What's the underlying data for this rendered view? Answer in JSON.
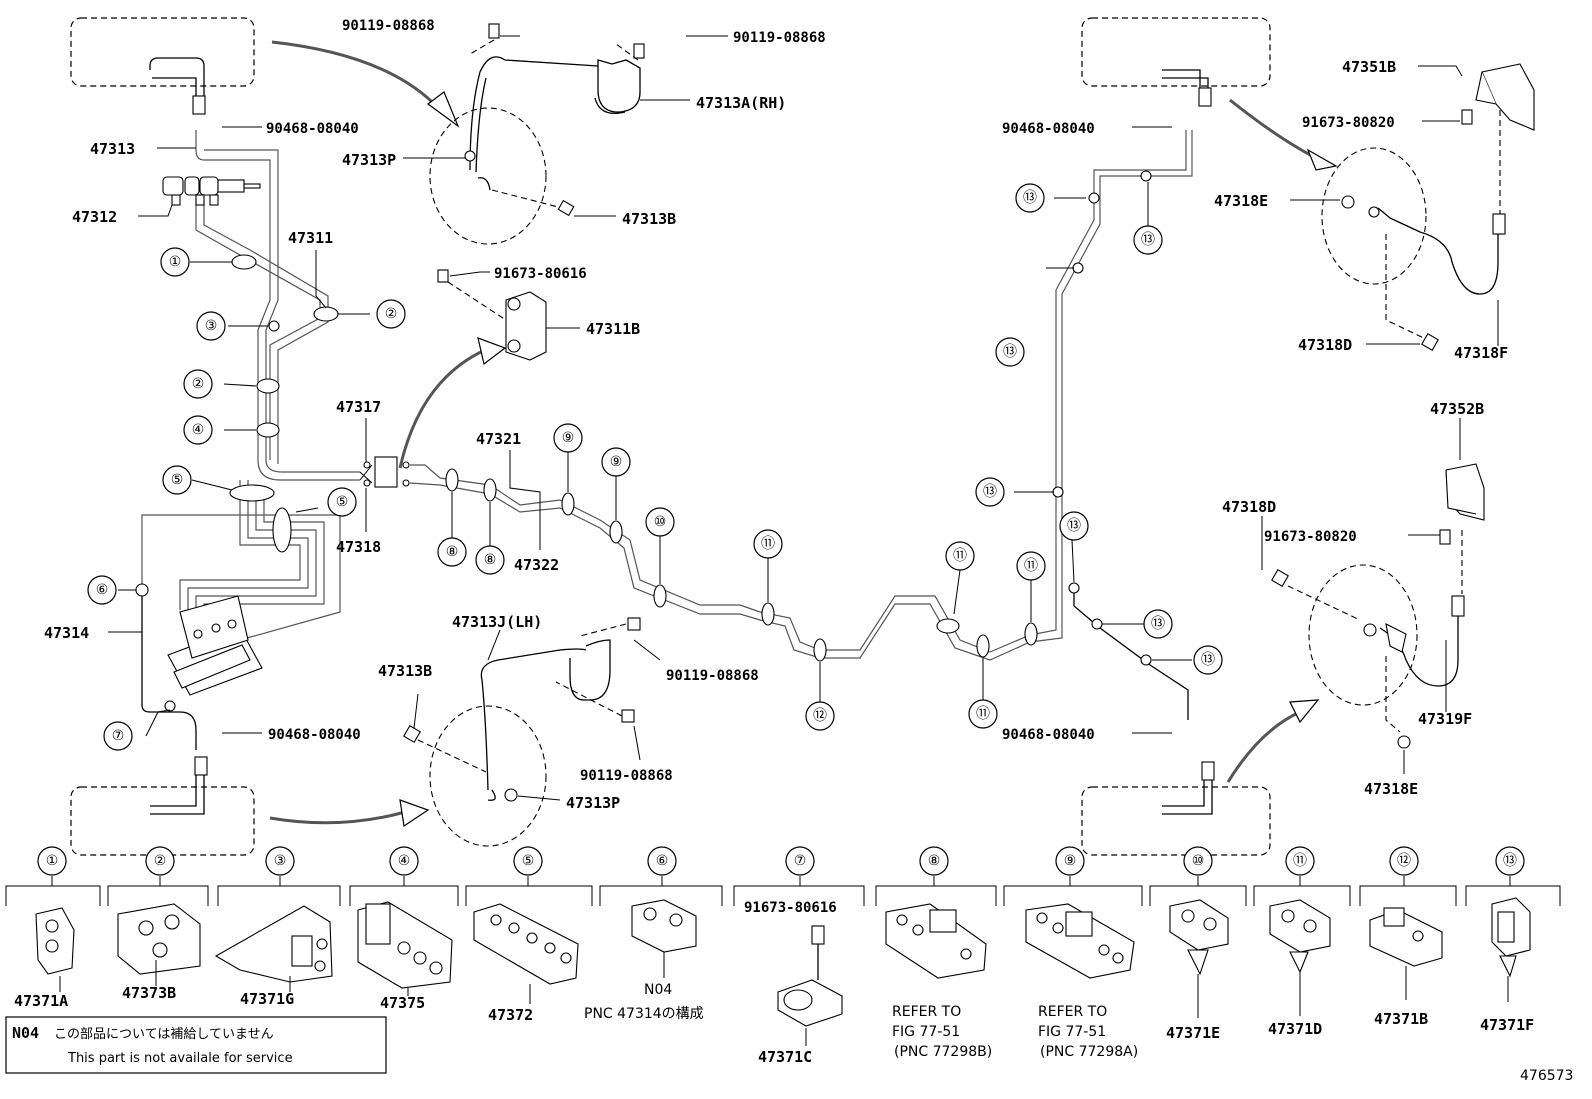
{
  "labels": {
    "p_90119_08868_a": "90119-08868",
    "p_90119_08868_b": "90119-08868",
    "p_90119_08868_c": "90119-08868",
    "p_90119_08868_d": "90119-08868",
    "p_47313A": "47313A(RH)",
    "p_47313P_top": "47313P",
    "p_47313B_top": "47313B",
    "p_90468_left_top": "90468-08040",
    "p_47313": "47313",
    "p_47312": "47312",
    "p_47311": "47311",
    "p_91673_80616": "91673-80616",
    "p_47311B": "47311B",
    "p_47317": "47317",
    "p_47318": "47318",
    "p_47321": "47321",
    "p_47322": "47322",
    "p_47314": "47314",
    "p_47313J": "47313J(LH)",
    "p_47313B_bottom": "47313B",
    "p_90468_left_bottom": "90468-08040",
    "p_47313P_bottom": "47313P",
    "p_90468_right_top": "90468-08040",
    "p_90468_right_bottom": "90468-08040",
    "p_47351B": "47351B",
    "p_91673_80820_a": "91673-80820",
    "p_47318E_top": "47318E",
    "p_47318D_top": "47318D",
    "p_47318F": "47318F",
    "p_47352B": "47352B",
    "p_47318D_bottom": "47318D",
    "p_91673_80820_b": "91673-80820",
    "p_47319F": "47319F",
    "p_47318E_bottom": "47318E"
  },
  "legend": {
    "items": [
      {
        "num": "①",
        "part": "47371A"
      },
      {
        "num": "②",
        "part": "47373B"
      },
      {
        "num": "③",
        "part": "47371G"
      },
      {
        "num": "④",
        "part": "47375"
      },
      {
        "num": "⑤",
        "part": "47372"
      },
      {
        "num": "⑥",
        "part": "N04",
        "note": "PNC 47314の構成"
      },
      {
        "num": "⑦",
        "part": "47371C",
        "note": "91673-80616"
      },
      {
        "num": "⑧",
        "part": "",
        "refer": "REFER TO",
        "fig": "FIG 77-51",
        "pnc": "(PNC 77298B)"
      },
      {
        "num": "⑨",
        "part": "",
        "refer": "REFER TO",
        "fig": "FIG 77-51",
        "pnc": "(PNC 77298A)"
      },
      {
        "num": "⑩",
        "part": "47371E"
      },
      {
        "num": "⑪",
        "part": "47371D"
      },
      {
        "num": "⑫",
        "part": "47371B"
      },
      {
        "num": "⑬",
        "part": "47371F"
      }
    ]
  },
  "callouts": {
    "c1": "①",
    "c2": "②",
    "c3": "③",
    "c4": "④",
    "c5": "⑤",
    "c6": "⑥",
    "c7": "⑦",
    "c8": "⑧",
    "c9": "⑨",
    "c10": "⑩",
    "c11": "⑪",
    "c12": "⑫",
    "c13": "⑬"
  },
  "notice": {
    "code": "N04",
    "jp": "この部品については補給していません",
    "en": "This part is not availale for service"
  },
  "figure_id": "476573"
}
